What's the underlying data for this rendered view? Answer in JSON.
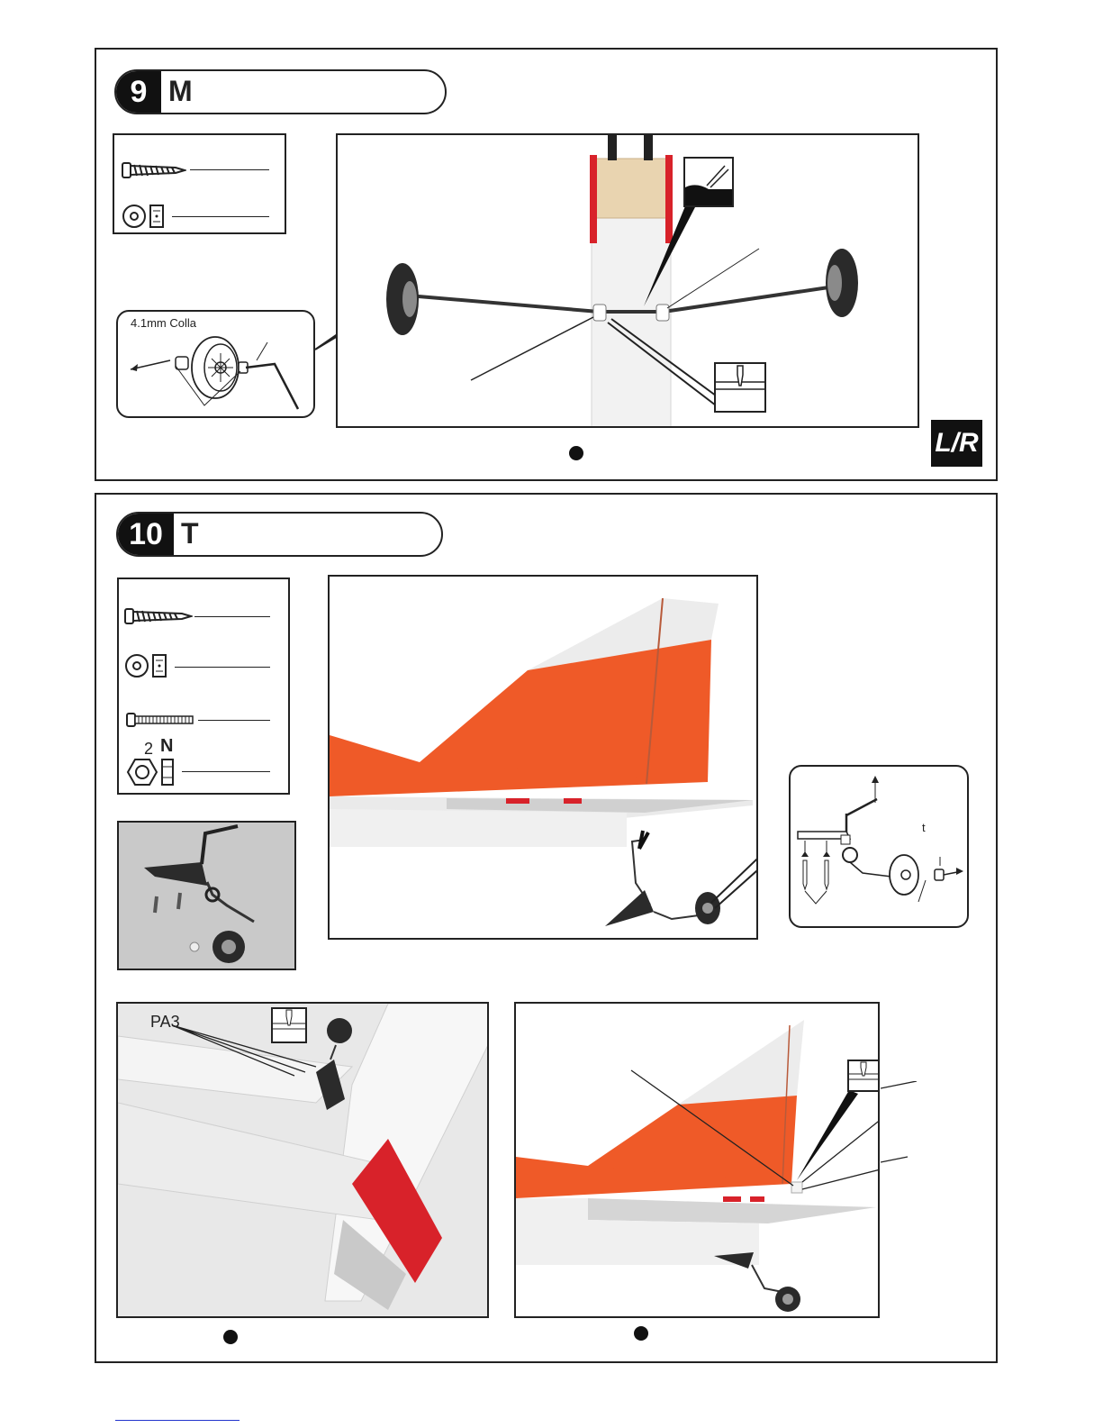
{
  "step9": {
    "number": "9",
    "letter": "M",
    "callout_label": "4.1mm Colla",
    "logo": "L/R"
  },
  "step10": {
    "number": "10",
    "letter": "T",
    "nut_label": "2",
    "nut_letter": "N",
    "pa_label": "PA3",
    "small_label": "t"
  },
  "icons": [
    "screw-icon",
    "washer-icon",
    "bolt-icon",
    "nut-icon",
    "drill-icon",
    "glue-icon"
  ],
  "colors": {
    "orange": "#ef5a28",
    "red": "#d8222a",
    "frame": "#222222"
  }
}
